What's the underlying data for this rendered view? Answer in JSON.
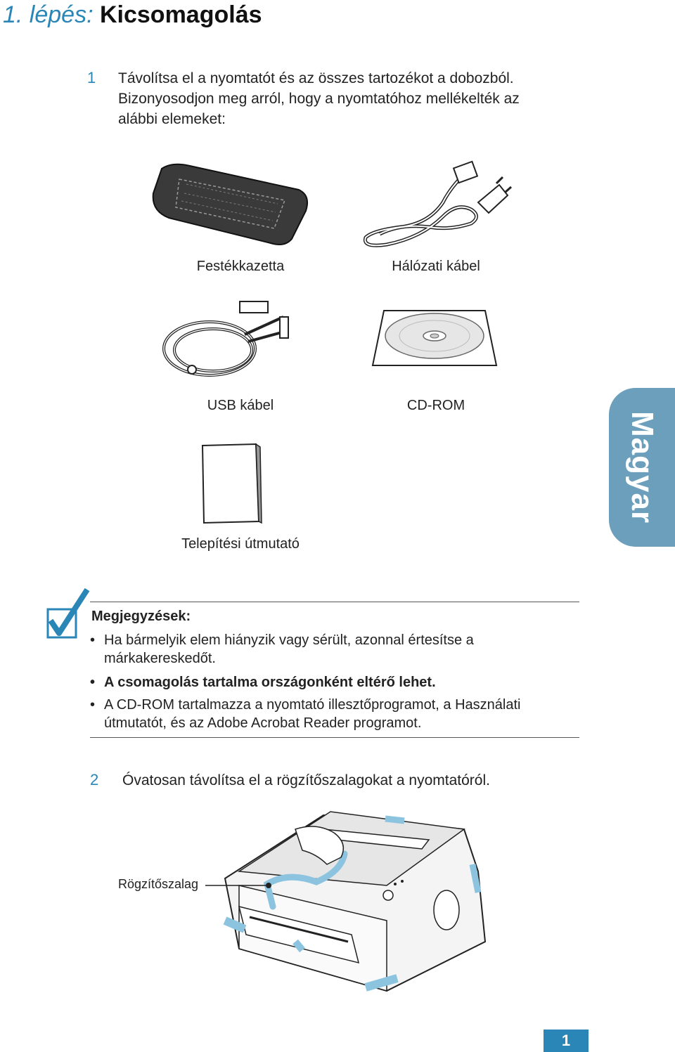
{
  "heading": {
    "prefix": "1. lépés:",
    "title": "Kicsomagolás"
  },
  "step1": {
    "number": "1",
    "lines": [
      "Távolítsa el a nyomtatót és az összes tartozékot a dobozból.",
      "Bizonyosodjon meg arról, hogy a nyomtatóhoz mellékelték az",
      "alábbi elemeket:"
    ]
  },
  "items": {
    "toner": "Festékkazetta",
    "power_cable": "Hálózati kábel",
    "usb_cable": "USB kábel",
    "cdrom": "CD-ROM",
    "guide": "Telepítési útmutató"
  },
  "language_tab": "Magyar",
  "notes": {
    "title": "Megjegyzések:",
    "bullet": "•",
    "items": [
      {
        "lines": [
          "Ha bármelyik elem hiányzik vagy sérült, azonnal értesítse a",
          "márkakereskedőt."
        ]
      },
      {
        "lines": [
          "A csomagolás tartalma országonként eltérő lehet."
        ]
      },
      {
        "lines": [
          "A CD-ROM tartalmazza a nyomtató illesztőprogramot, a Használati",
          "útmutatót, és az Adobe Acrobat Reader programot."
        ]
      }
    ]
  },
  "step2": {
    "number": "2",
    "text": "Óvatosan távolítsa el a rögzítőszalagokat a nyomtatóról."
  },
  "tape_label": "Rögzítőszalag",
  "page_number": "1",
  "colors": {
    "accent": "#2a86b6",
    "tab": "#6b9fbc",
    "tape": "#8cc4e0"
  },
  "icons": [
    "checkmark-icon"
  ]
}
